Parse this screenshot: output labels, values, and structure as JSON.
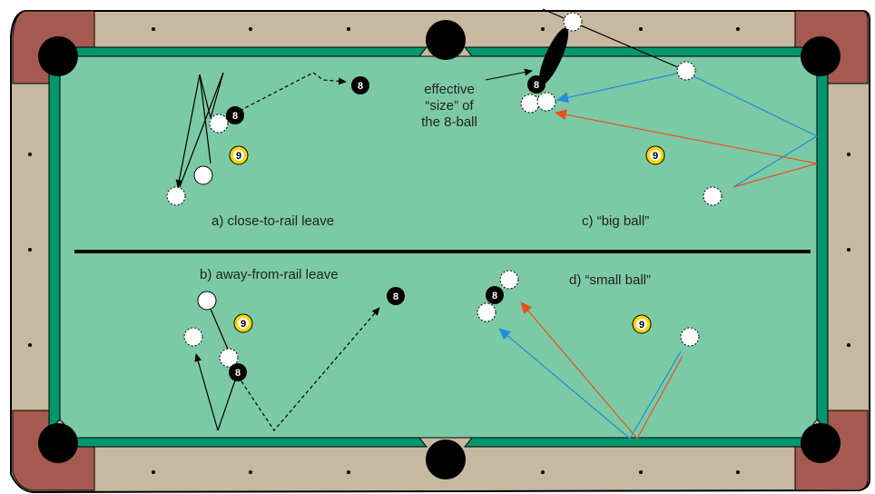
{
  "colors": {
    "rail": "#c7b8a1",
    "pocket_corner": "#a55a50",
    "cushion": "#00966e",
    "cloth": "#7ccaa5",
    "pocket_hole": "#000000",
    "cue_ball": "#ffffff",
    "eight_ball": "#000000",
    "nine_ball": "#ffd700",
    "blue_path": "#1e8be0",
    "orange_path": "#e8501e",
    "divider": "#000000"
  },
  "balls": {
    "eight": "8",
    "nine": "9"
  },
  "labels": {
    "a": "a) close-to-rail leave",
    "b": "b) away-from-rail leave",
    "c": "c) “big ball”",
    "d": "d) “small ball”",
    "effective_line1": "effective",
    "effective_line2": "“size” of",
    "effective_line3": "the 8-ball"
  }
}
